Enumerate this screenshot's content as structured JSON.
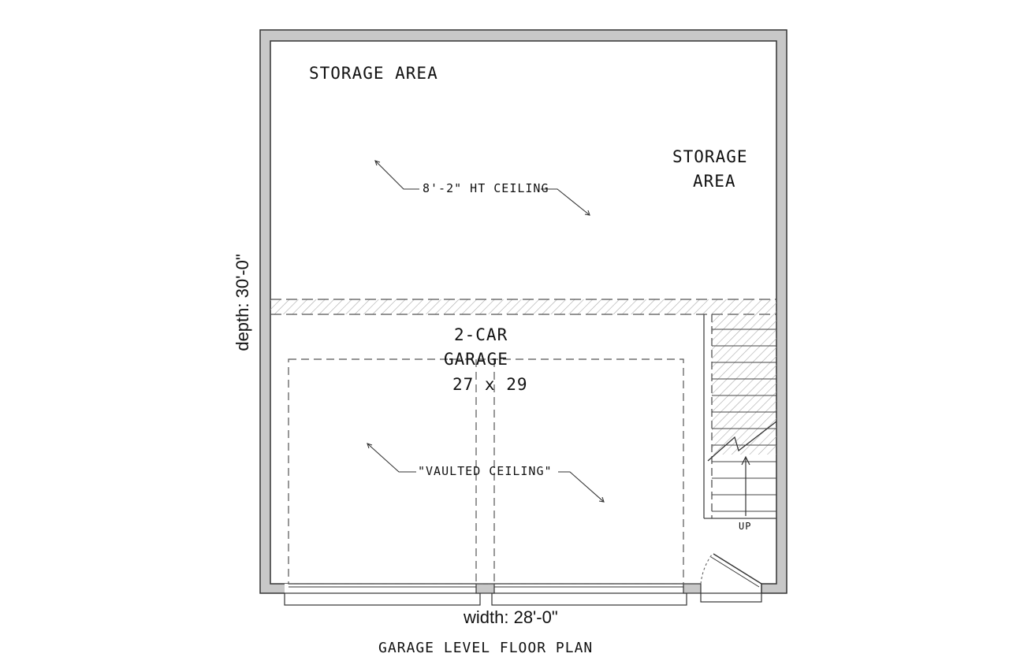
{
  "rooms": {
    "storage_area_top": "STORAGE AREA",
    "storage_area_right_line1": "STORAGE",
    "storage_area_right_line2": "AREA",
    "garage_line1": "2-CAR",
    "garage_line2": "GARAGE",
    "garage_size": "27 x 29"
  },
  "notes": {
    "upper_ceiling": "8'-2\" HT CEILING",
    "garage_ceiling": "\"VAULTED CEILING\"",
    "stair_direction": "UP"
  },
  "dimensions": {
    "depth": "depth: 30'-0\"",
    "width": "width: 28'-0\""
  },
  "title": "GARAGE LEVEL FLOOR PLAN",
  "colors": {
    "wall_fill": "#c8c8c8",
    "line": "#333333",
    "background": "#ffffff"
  }
}
